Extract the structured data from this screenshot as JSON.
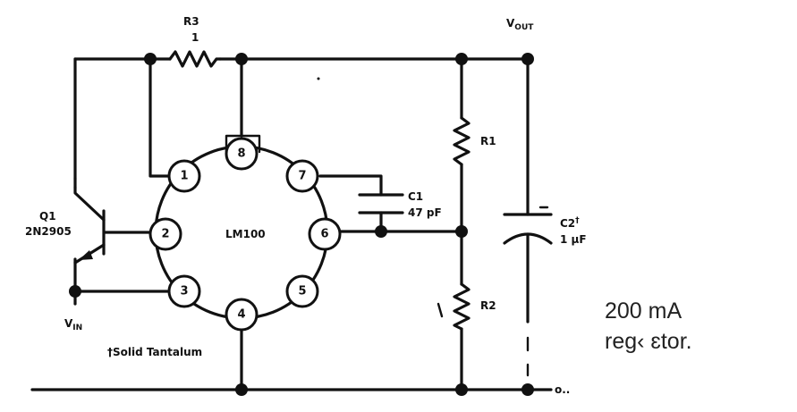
{
  "diagram": {
    "chip": "LM100",
    "pins": [
      "1",
      "2",
      "3",
      "4",
      "5",
      "6",
      "7",
      "8"
    ],
    "components": {
      "r3": {
        "ref": "R3",
        "value": "1"
      },
      "r1": {
        "ref": "R1"
      },
      "r2": {
        "ref": "R2"
      },
      "c1": {
        "ref": "C1",
        "value": "47 pF"
      },
      "c2": {
        "ref": "C2",
        "mark": "†",
        "value": "1 µF"
      },
      "q1": {
        "ref": "Q1",
        "part": "2N2905"
      }
    },
    "nets": {
      "vout": {
        "main": "V",
        "sub": "OUT"
      },
      "vin": {
        "main": "V",
        "sub": "IN"
      },
      "gnd_partial": "o.."
    },
    "footnote": "†Solid Tantalum",
    "caption": {
      "line1": "200 mA",
      "line2": "reg‹ ɛtor."
    }
  }
}
